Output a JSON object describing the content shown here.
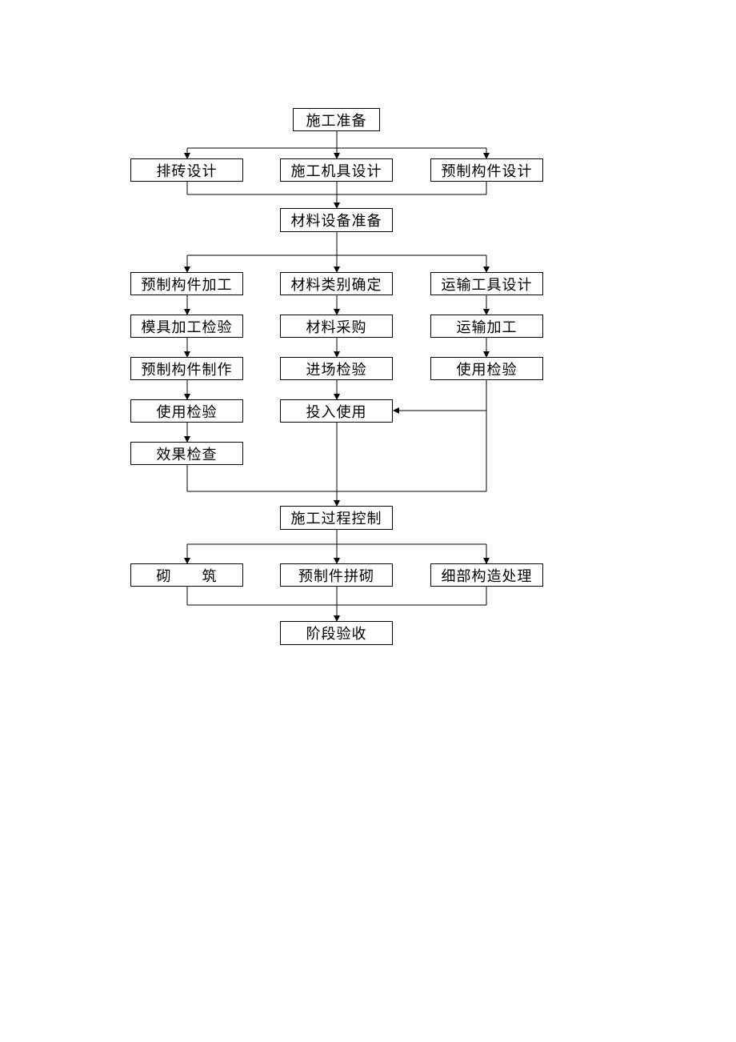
{
  "nodes": {
    "prep": "施工准备",
    "brick_layout": "排砖设计",
    "machinery_design": "施工机具设计",
    "prefab_design": "预制构件设计",
    "material_prep": "材料设备准备",
    "prefab_processing": "预制构件加工",
    "material_category": "材料类别确定",
    "transport_design": "运输工具设计",
    "mold_inspection": "模具加工检验",
    "material_purchase": "材料采购",
    "transport_processing": "运输加工",
    "prefab_making": "预制构件制作",
    "site_inspection": "进场检验",
    "use_inspection_right": "使用检验",
    "use_inspection_left": "使用检验",
    "put_into_use": "投入使用",
    "effect_check": "效果检查",
    "process_control": "施工过程控制",
    "masonry": "砌　　筑",
    "prefab_assembly": "预制件拼砌",
    "detail_treatment": "细部构造处理",
    "stage_acceptance": "阶段验收"
  }
}
